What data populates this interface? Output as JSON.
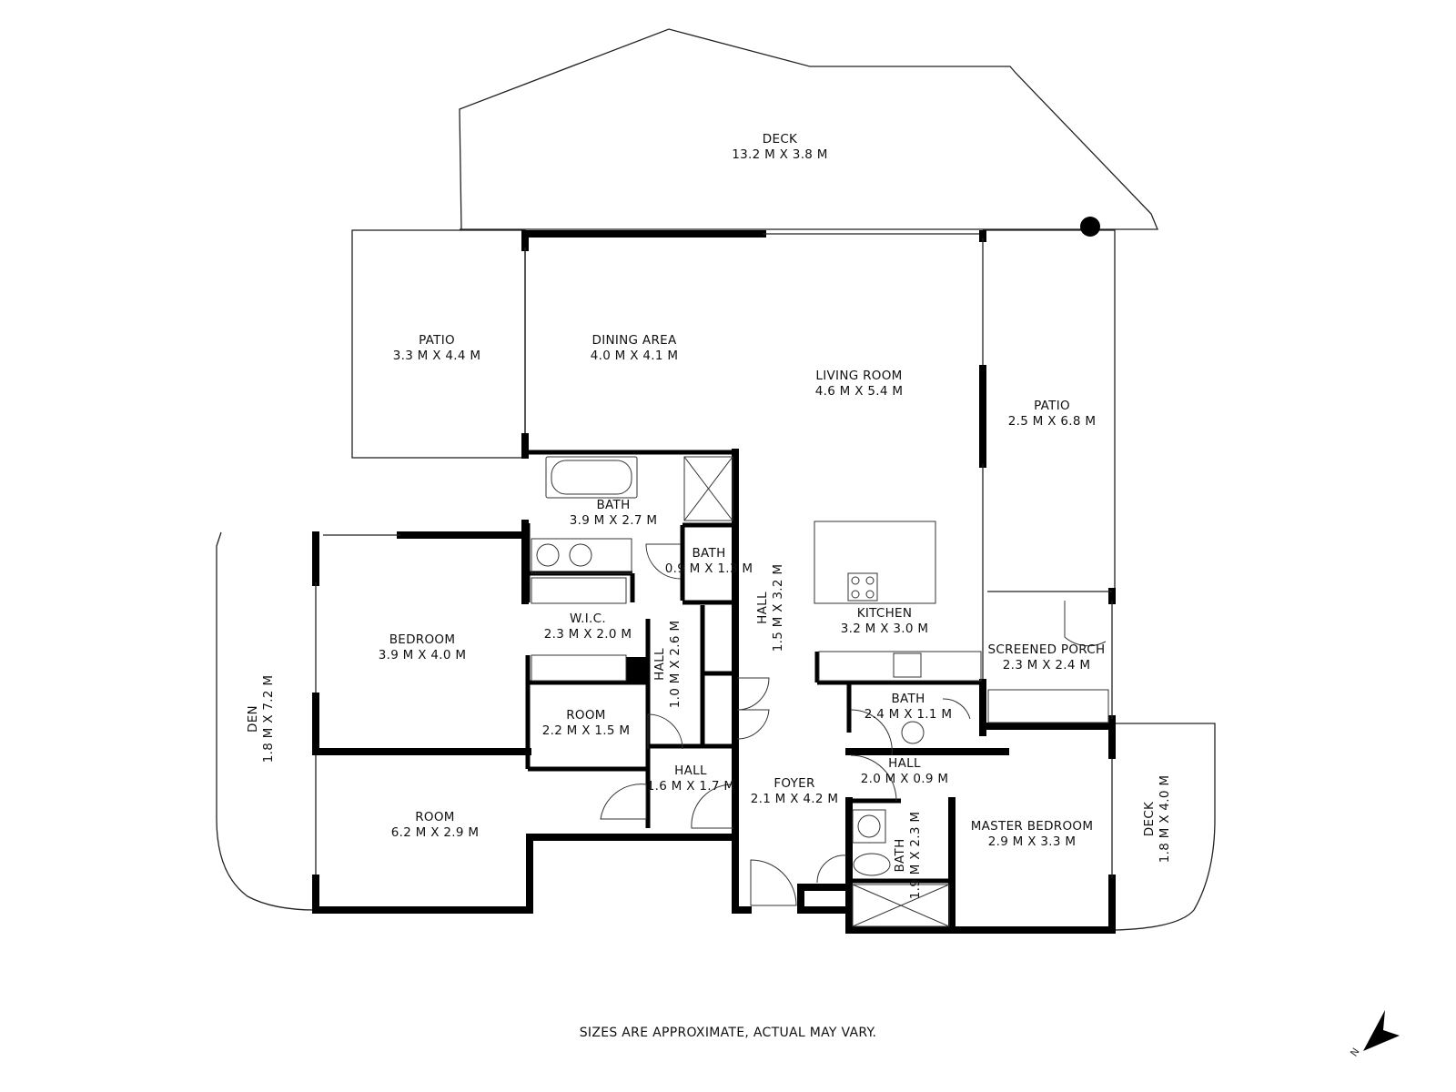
{
  "rooms": {
    "deck_top": {
      "name": "DECK",
      "size": "13.2 M X 3.8 M"
    },
    "patio_left": {
      "name": "PATIO",
      "size": "3.3 M X 4.4 M"
    },
    "dining": {
      "name": "DINING AREA",
      "size": "4.0 M X 4.1 M"
    },
    "living": {
      "name": "LIVING ROOM",
      "size": "4.6 M X 5.4 M"
    },
    "patio_right": {
      "name": "PATIO",
      "size": "2.5 M X 6.8 M"
    },
    "bath_main": {
      "name": "BATH",
      "size": "3.9 M X 2.7 M"
    },
    "bath_small": {
      "name": "BATH",
      "size": "0.9 M X 1.3 M"
    },
    "hall_center": {
      "name": "HALL",
      "size": "1.5 M X 3.2 M"
    },
    "kitchen": {
      "name": "KITCHEN",
      "size": "3.2 M X 3.0 M"
    },
    "bedroom": {
      "name": "BEDROOM",
      "size": "3.9 M X 4.0 M"
    },
    "wic": {
      "name": "W.I.C.",
      "size": "2.3 M X 2.0 M"
    },
    "hall_narrow": {
      "name": "HALL",
      "size": "1.0 M X 2.6 M"
    },
    "screened_porch": {
      "name": "SCREENED PORCH",
      "size": "2.3 M X 2.4 M"
    },
    "den": {
      "name": "DEN",
      "size": "1.8 M X 7.2 M"
    },
    "room_small": {
      "name": "ROOM",
      "size": "2.2 M X 1.5 M"
    },
    "bath_hall": {
      "name": "BATH",
      "size": "2.4 M X 1.1 M"
    },
    "hall_east": {
      "name": "HALL",
      "size": "2.0 M X 0.9 M"
    },
    "hall_south": {
      "name": "HALL",
      "size": "1.6 M X 1.7 M"
    },
    "foyer": {
      "name": "FOYER",
      "size": "2.1 M X 4.2 M"
    },
    "room_large": {
      "name": "ROOM",
      "size": "6.2 M X 2.9 M"
    },
    "bath_master": {
      "name": "BATH",
      "size": "1.9 M X 2.3 M"
    },
    "master_bedroom": {
      "name": "MASTER BEDROOM",
      "size": "2.9 M X 3.3 M"
    },
    "deck_right": {
      "name": "DECK",
      "size": "1.8 M X 4.0 M"
    }
  },
  "compass": {
    "label": "N",
    "icon": "north-arrow-icon"
  },
  "footer": "SIZES ARE APPROXIMATE, ACTUAL MAY VARY."
}
